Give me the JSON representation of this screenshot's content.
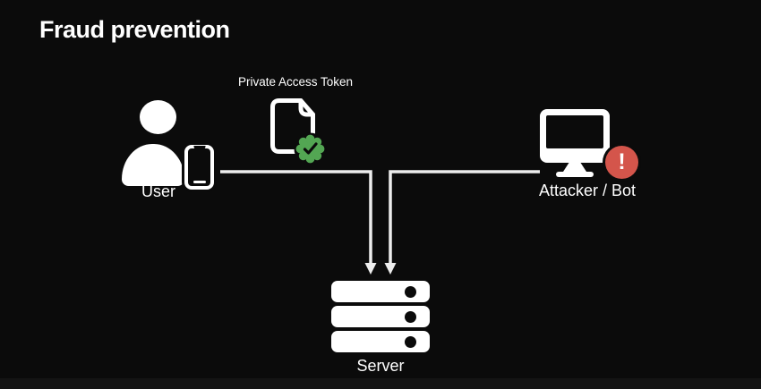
{
  "title": "Fraud prevention",
  "colors": {
    "background": "#0b0b0b",
    "foreground": "#ffffff",
    "connector": "#ededed",
    "verified_green": "#53a653",
    "alert_red": "#d4554b"
  },
  "diagram": {
    "nodes": {
      "user": {
        "label": "User",
        "icon": "person-with-iphone-icon"
      },
      "token": {
        "label": "Private Access Token",
        "icon": "document-icon",
        "badge": "verified-seal-checkmark-icon"
      },
      "attacker": {
        "label": "Attacker / Bot",
        "icon": "desktop-computer-icon",
        "badge": "alert-exclamation-badge"
      },
      "server": {
        "label": "Server",
        "icon": "server-stack-icon"
      }
    },
    "edges": [
      {
        "from": "user",
        "to": "server",
        "via": "private-access-token"
      },
      {
        "from": "attacker",
        "to": "server"
      }
    ],
    "badge_glyphs": {
      "alert": "!"
    }
  }
}
